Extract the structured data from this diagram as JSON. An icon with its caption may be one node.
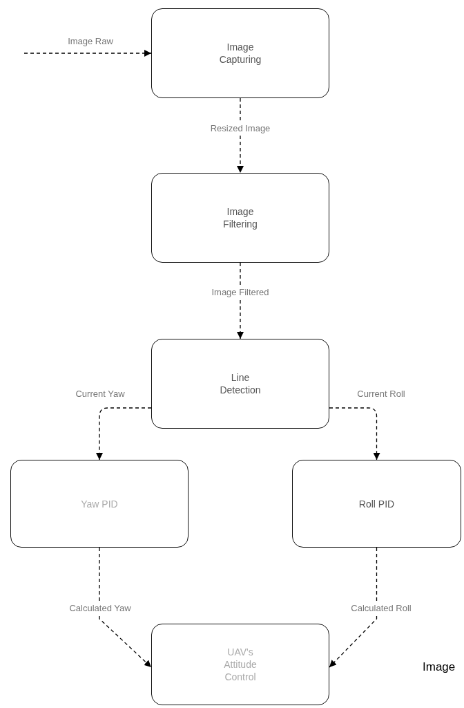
{
  "diagram": {
    "nodes": [
      {
        "text": [
          "Image Capturing"
        ]
      },
      {
        "text": [
          "Image Filtering"
        ]
      },
      {
        "text": [
          "Line Detection"
        ]
      },
      {
        "text": [
          "Yaw PID"
        ]
      },
      {
        "text": [
          "Roll PID"
        ]
      },
      {
        "text": [
          "UAV's Attitude Control"
        ]
      }
    ],
    "edges": [
      {
        "from": null,
        "to": 0,
        "arrow": "to",
        "label": "Image Raw",
        "style": "dashed"
      },
      {
        "from": 0,
        "to": 1,
        "arrow": "to",
        "label": "Resized Image",
        "style": "dashed"
      },
      {
        "from": 1,
        "to": 2,
        "arrow": "to",
        "label": "Image Filtered",
        "style": "dashed"
      },
      {
        "from": 2,
        "to": 3,
        "arrow": "to",
        "label": "Current Yaw",
        "style": "dashed"
      },
      {
        "from": 2,
        "to": 4,
        "arrow": "to",
        "label": "Current Roll",
        "style": "dashed"
      },
      {
        "from": 3,
        "to": 5,
        "arrow": "to",
        "label": "Calculated Yaw",
        "style": "dashed"
      },
      {
        "from": 4,
        "to": 5,
        "arrow": "to",
        "label": "Calculated Roll",
        "style": "dashed"
      }
    ],
    "labels": [
      "Image"
    ]
  }
}
